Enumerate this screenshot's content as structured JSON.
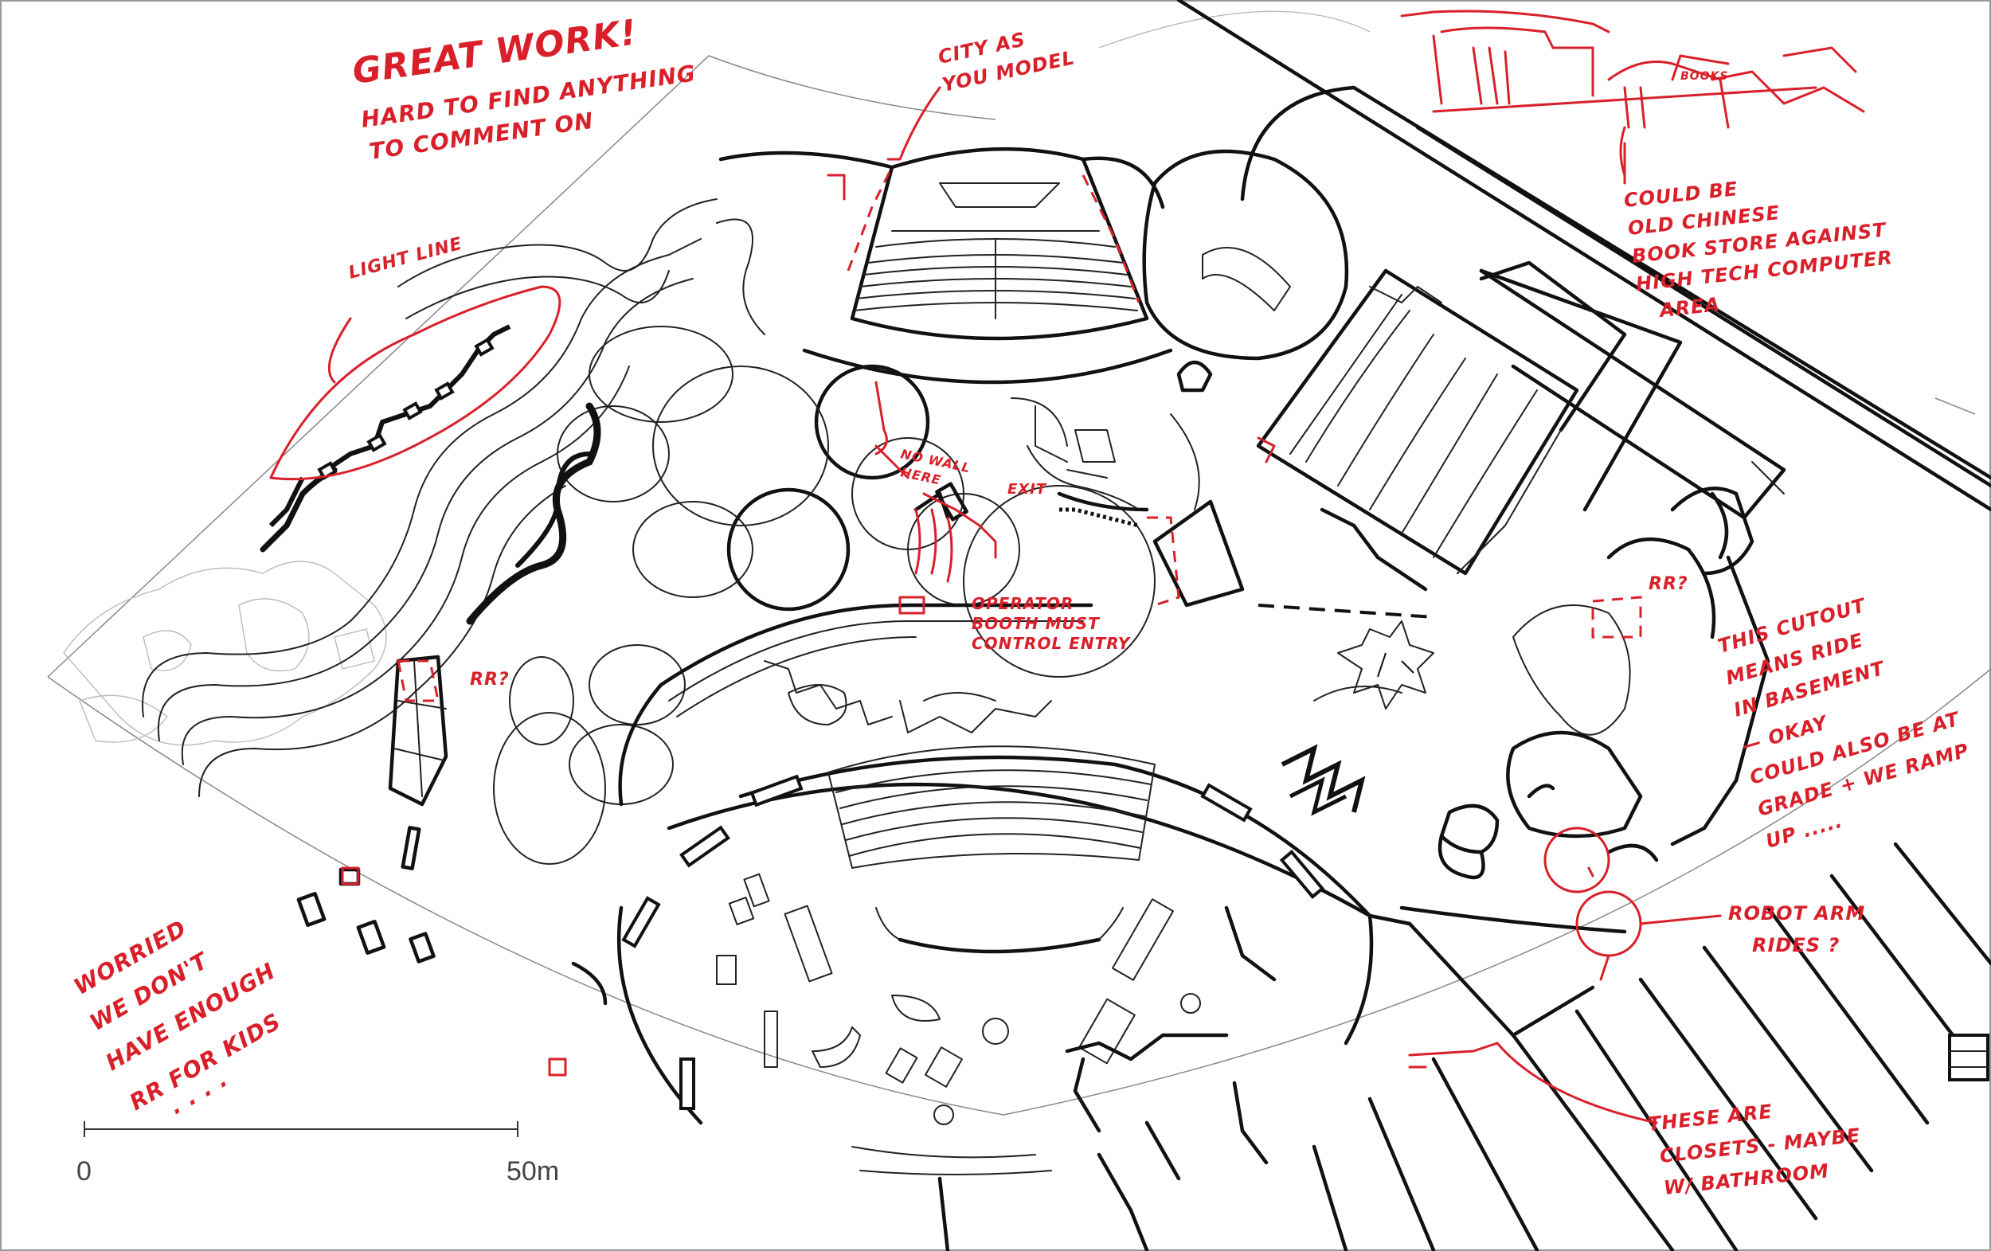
{
  "annotations": {
    "great_work": "GREAT WORK!",
    "hard_to_find_1": "HARD TO FIND ANYTHING",
    "hard_to_find_2": "TO COMMENT ON",
    "city_model_1": "CITY AS",
    "city_model_2": "YOU MODEL",
    "light_line": "LIGHT LINE",
    "bookstore_1": "COULD BE",
    "bookstore_2": "OLD CHINESE",
    "bookstore_3": "BOOK STORE AGAINST",
    "bookstore_4": "HIGH TECH COMPUTER",
    "bookstore_5": "AREA",
    "books_sign": "BOOKS",
    "no_wall_1": "NO WALL",
    "no_wall_2": "HERE",
    "exit": "EXIT",
    "operator_1": "OPERATOR",
    "operator_2": "BOOTH MUST",
    "operator_3": "CONTROL ENTRY",
    "rr_left": "RR?",
    "rr_right": "RR?",
    "cutout_1": "THIS CUTOUT",
    "cutout_2": "MEANS RIDE",
    "cutout_3": "IN BASEMENT",
    "cutout_4": "— OKAY",
    "cutout_5": "COULD ALSO BE AT",
    "cutout_6": "GRADE + WE RAMP",
    "cutout_7": "UP .....",
    "robot_1": "ROBOT ARM",
    "robot_2": "RIDES ?",
    "worried_1": "WORRIED",
    "worried_2": "WE DON'T",
    "worried_3": "HAVE ENOUGH",
    "worried_4": "RR FOR KIDS",
    "worried_5": ". . . .",
    "closets_1": "THESE ARE",
    "closets_2": "CLOSETS - MAYBE",
    "closets_3": "W/ BATHROOM"
  },
  "scale_bar": {
    "start_label": "0",
    "end_label": "50m"
  },
  "colors": {
    "markup": "#d9202a",
    "linework": "#111111",
    "background": "#ffffff"
  }
}
